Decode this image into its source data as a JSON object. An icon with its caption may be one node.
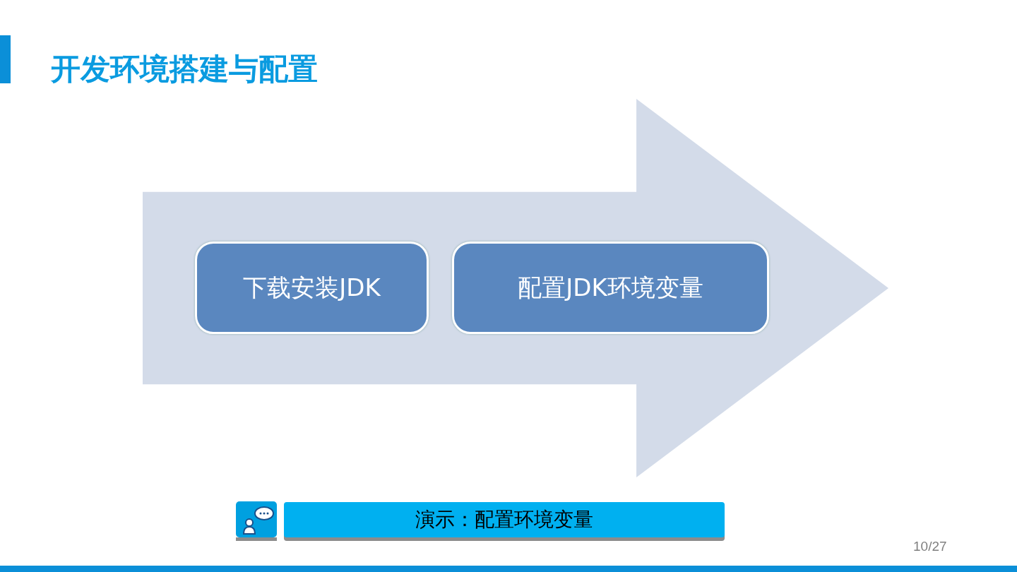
{
  "diagram": {
    "title": "开发环境搭建与配置",
    "nodes": [
      {
        "text": [],
        "shape": "arrow"
      },
      {
        "text": [
          "下载安装JDK"
        ],
        "in": 0
      },
      {
        "text": [
          "配置JDK环境变量"
        ],
        "in": 0
      },
      {
        "text": [
          "演示：配置环境变量"
        ]
      }
    ],
    "edges": [],
    "labels": [
      "10/27"
    ]
  }
}
